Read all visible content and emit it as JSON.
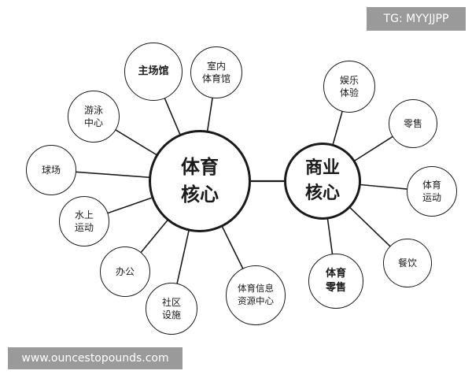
{
  "diagram": {
    "hubs": {
      "sports_core": "体育\n核心",
      "commerce_core": "商业\n核心"
    },
    "sports_nodes": {
      "main_stadium": "主场馆",
      "indoor_gym": "室内\n体育馆",
      "swimming_center": "游泳\n中心",
      "ball_field": "球场",
      "water_sports": "水上\n运动",
      "office": "办公",
      "community_facilities": "社区\n设施",
      "sports_info_center": "体育信息\n资源中心"
    },
    "commerce_nodes": {
      "entertainment": "娱乐\n体验",
      "retail": "零售",
      "sports_activities": "体育\n运动",
      "dining": "餐饮",
      "sports_retail": "体育\n零售"
    }
  },
  "watermarks": {
    "top_right": "TG: MYYJJPP",
    "bottom_left": "www.ouncestopounds.com"
  },
  "colors": {
    "stroke": "#1a1a1a",
    "badge_bg": "#9a9a9a",
    "badge_text": "#ffffff"
  }
}
